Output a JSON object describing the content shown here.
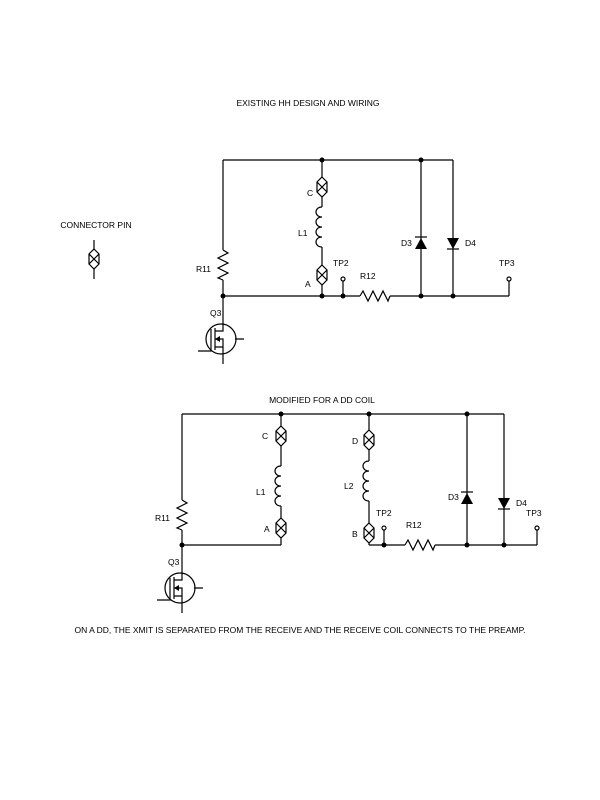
{
  "titles": {
    "existing": "EXISTING HH DESIGN AND WIRING",
    "modified": "MODIFIED FOR A DD COIL",
    "legend": "CONNECTOR PIN",
    "footnote": "ON A DD, THE XMIT IS SEPARATED FROM THE RECEIVE AND THE RECEIVE COIL CONNECTS TO THE PREAMP."
  },
  "existing": {
    "labels": {
      "c": "C",
      "a": "A",
      "l1": "L1",
      "r11": "R11",
      "tp2": "TP2",
      "r12": "R12",
      "d3": "D3",
      "d4": "D4",
      "tp3": "TP3",
      "q3": "Q3"
    }
  },
  "modified": {
    "labels": {
      "c": "C",
      "a": "A",
      "l1": "L1",
      "d": "D",
      "b": "B",
      "l2": "L2",
      "r11": "R11",
      "tp2": "TP2",
      "r12": "R12",
      "d3": "D3",
      "d4": "D4",
      "tp3": "TP3",
      "q3": "Q3"
    }
  },
  "colors": {
    "ink": "#000000",
    "background": "#ffffff"
  }
}
